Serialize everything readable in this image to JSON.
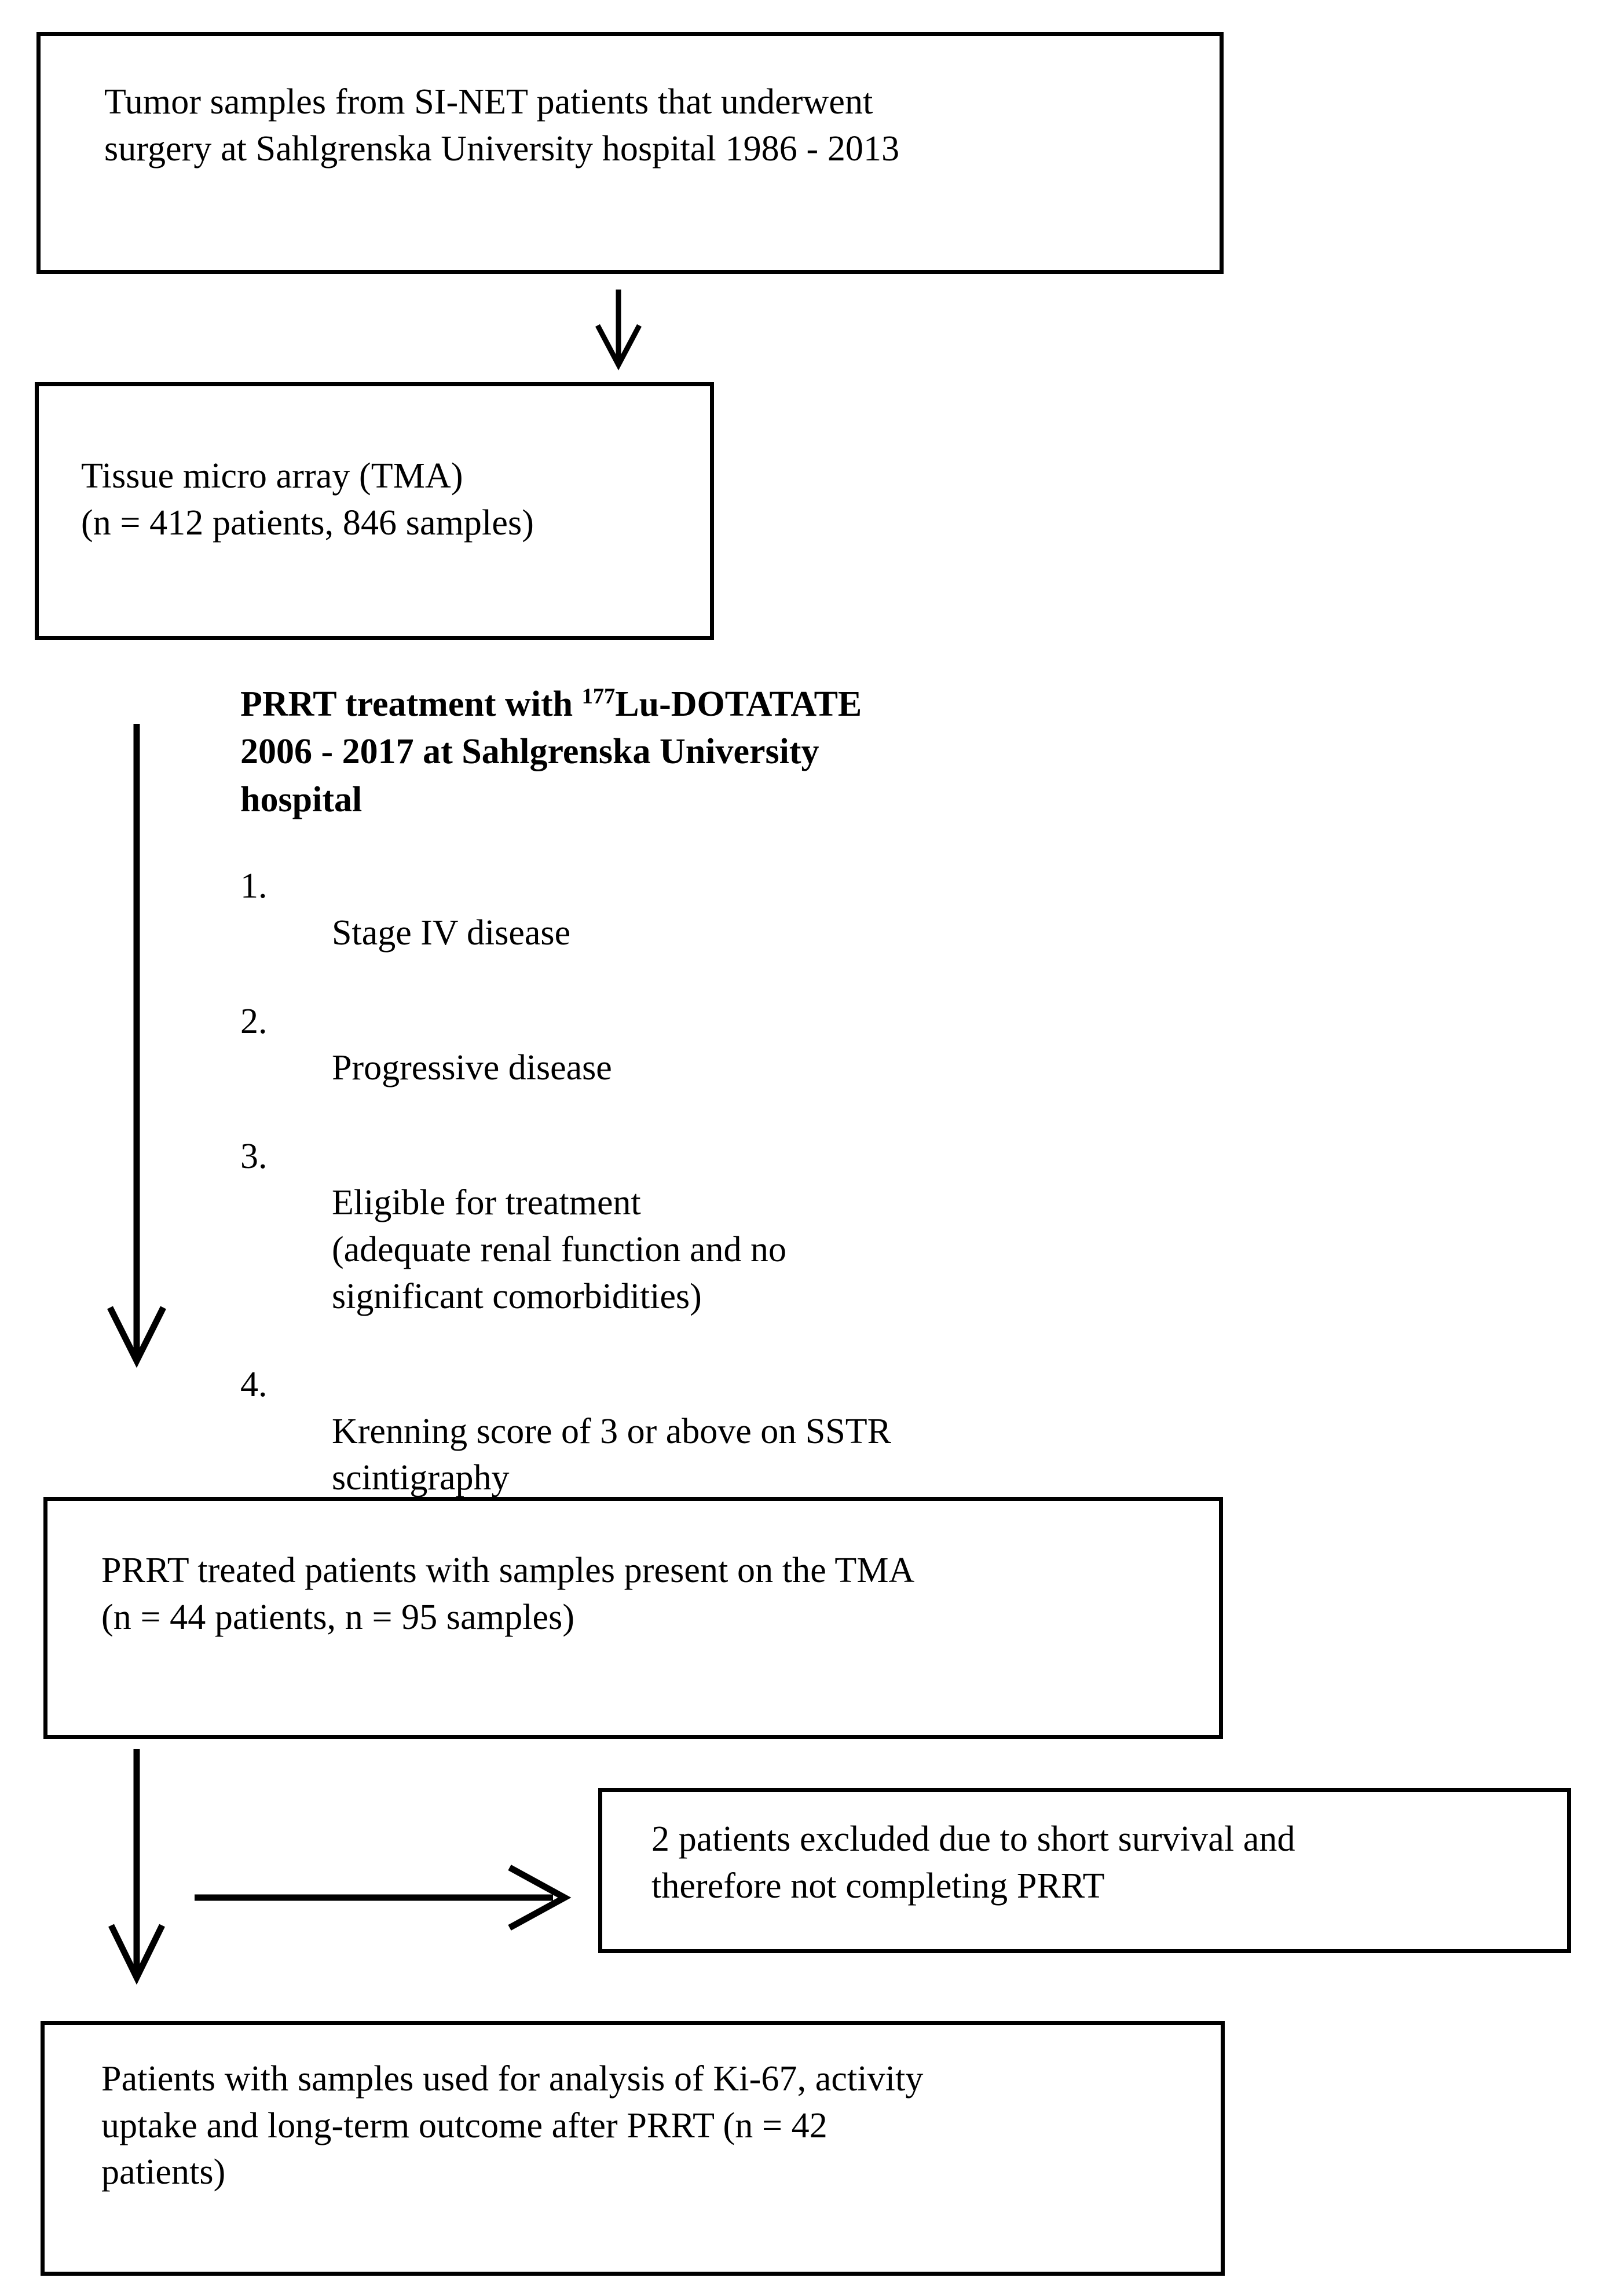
{
  "flowchart": {
    "boxes": [
      {
        "id": "source-cohort",
        "text": "Tumor samples  from SI-NET patients  that underwent\nsurgery at Sahlgrenska University hospital 1986 - 2013"
      },
      {
        "id": "tma",
        "text": "Tissue micro array (TMA)\n(n = 412 patients, 846 samples)"
      },
      {
        "id": "prrt-treated",
        "text": "PRRT treated patients with samples present on the TMA\n(n = 44 patients, n = 95 samples)"
      },
      {
        "id": "excluded",
        "text": "2 patients excluded due to short survival and\ntherefore not completing PRRT"
      },
      {
        "id": "final-cohort",
        "text": "Patients with samples used for analysis of Ki-67, activity\nuptake and long-term outcome after PRRT (n = 42\npatients)"
      }
    ],
    "criteria": {
      "heading_part1": "PRRT treatment with ",
      "heading_isotope": "177",
      "heading_part2": "Lu-DOTATATE\n2006 - 2017 at Sahlgrenska University\nhospital",
      "items": [
        {
          "number": "1.",
          "text": "Stage IV disease"
        },
        {
          "number": "2.",
          "text": "Progressive disease"
        },
        {
          "number": "3.",
          "text": "Eligible for treatment\n(adequate renal function and no\nsignificant comorbidities)"
        },
        {
          "number": "4.",
          "text": "Krenning score of 3 or above on SSTR\nscintigraphy"
        }
      ]
    },
    "connectors": [
      {
        "id": "arrow-source-to-tma",
        "direction": "down"
      },
      {
        "id": "arrow-tma-to-prrt-treated",
        "direction": "down"
      },
      {
        "id": "arrow-prrt-to-final",
        "direction": "down"
      },
      {
        "id": "arrow-prrt-to-excluded",
        "direction": "right"
      }
    ],
    "colors": {
      "stroke": "#000000",
      "background": "#ffffff",
      "text": "#000000"
    }
  }
}
